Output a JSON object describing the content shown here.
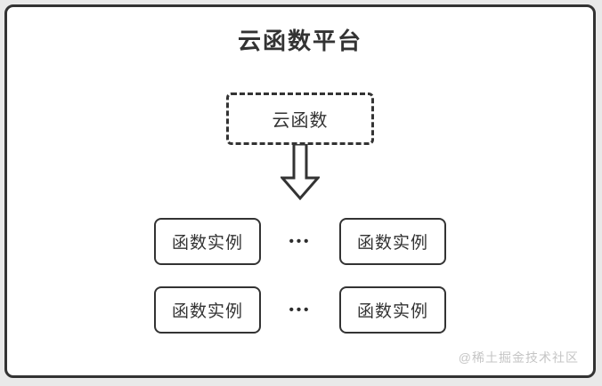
{
  "diagram": {
    "title": "云函数平台",
    "cloud_function": {
      "label": "云函数"
    },
    "arrow_icon": "down-arrow",
    "rows": [
      {
        "left": "函数实例",
        "ellipsis": "•••",
        "right": "函数实例"
      },
      {
        "left": "函数实例",
        "ellipsis": "•••",
        "right": "函数实例"
      }
    ],
    "colors": {
      "line": "#333333",
      "background": "#ffffff",
      "canvas": "#e9e9e9",
      "watermark_text": "#c5c5c5"
    }
  },
  "watermark": "@稀土掘金技术社区"
}
